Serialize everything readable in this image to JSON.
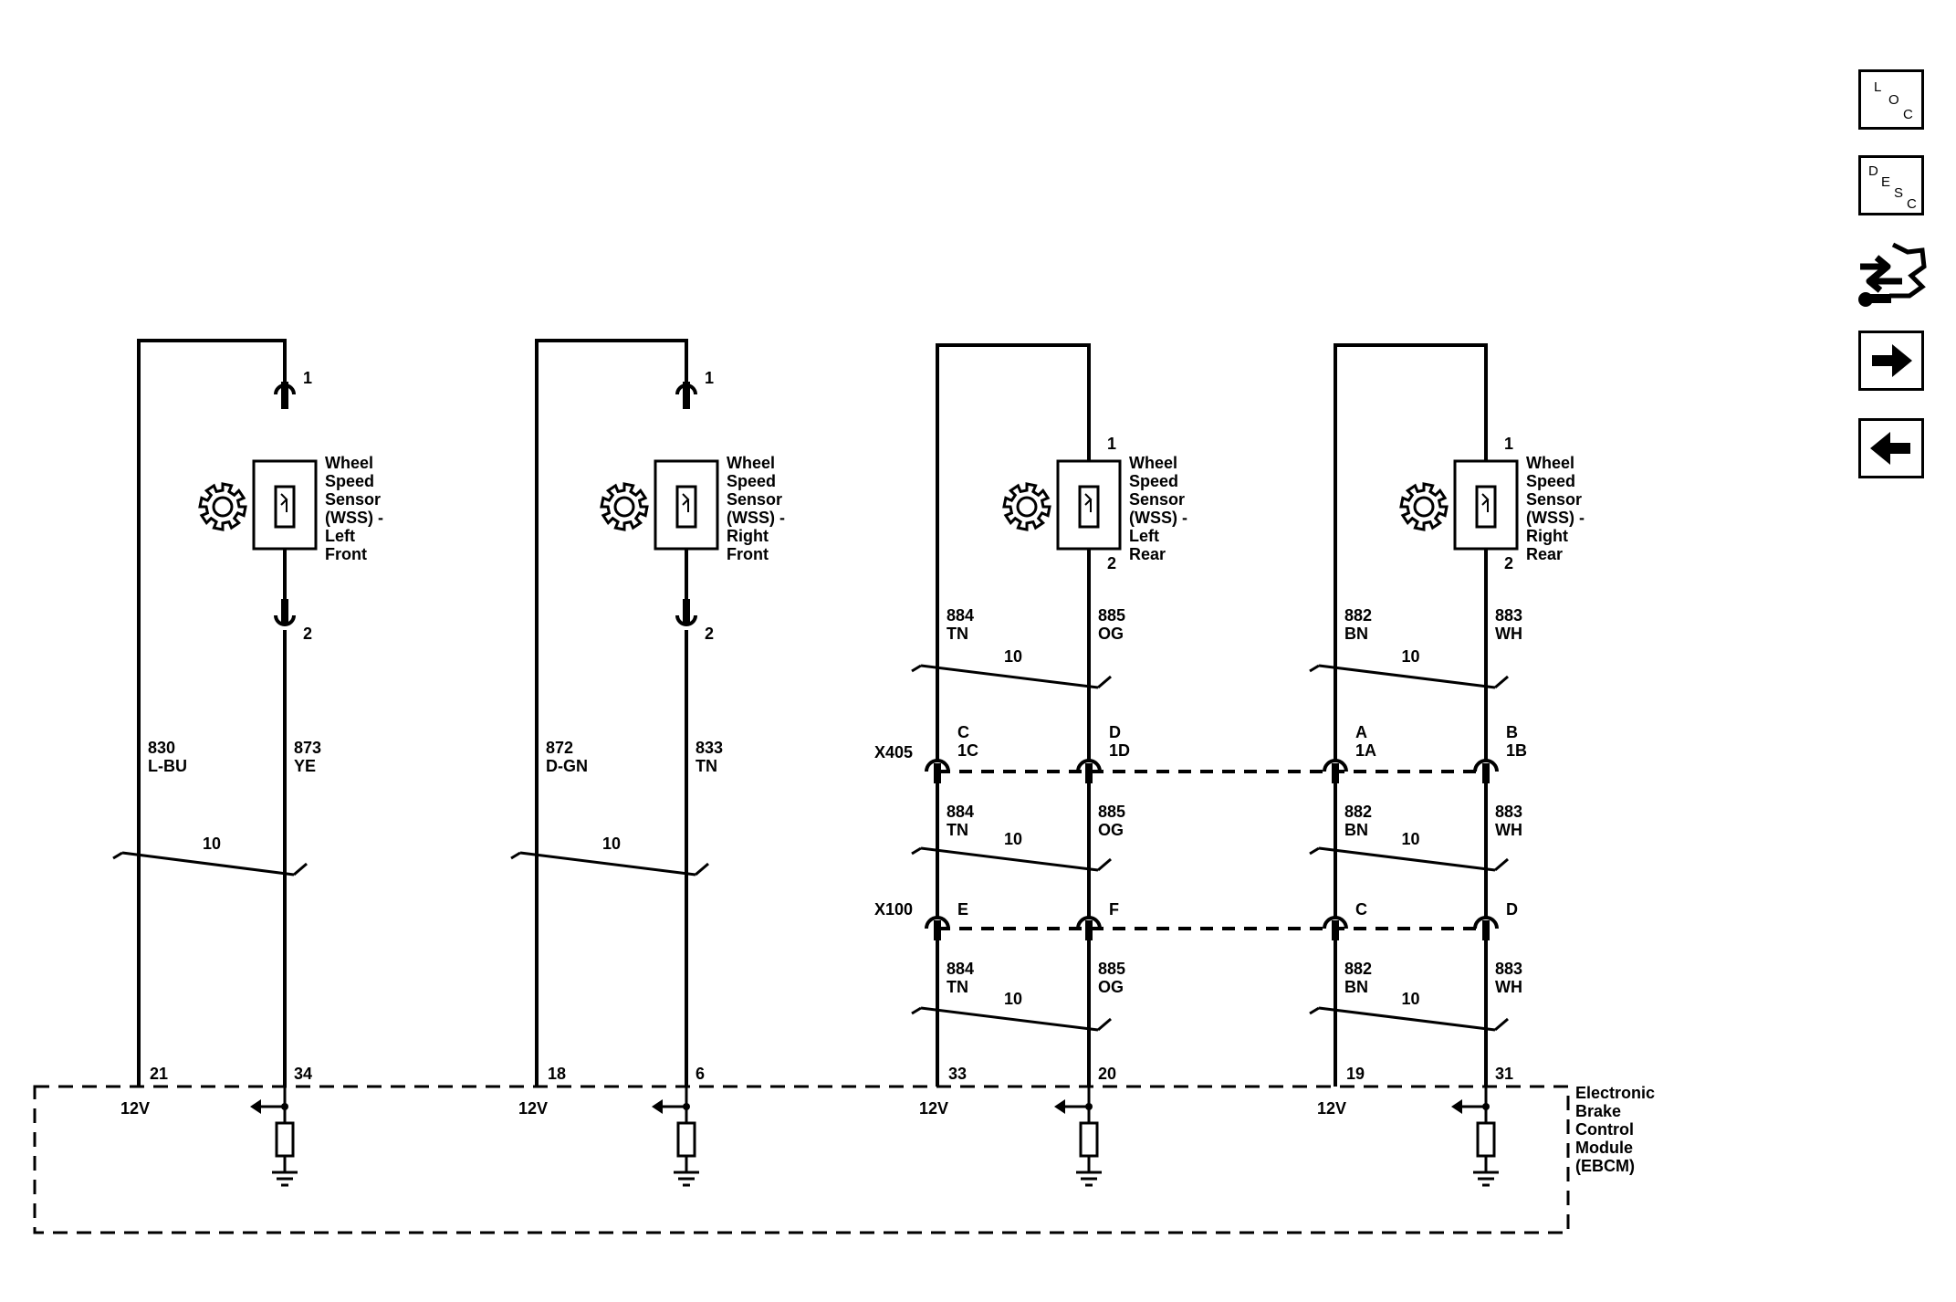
{
  "module": {
    "lines": [
      "Electronic",
      "Brake",
      "Control",
      "Module",
      "(EBCM)"
    ]
  },
  "sensors": [
    {
      "name_lines": [
        "Wheel",
        "Speed",
        "Sensor",
        "(WSS) -",
        "Left",
        "Front"
      ],
      "pin_top": "1",
      "pin_bottom": "2",
      "wire_left": {
        "circuit": "830",
        "color": "L-BU"
      },
      "wire_right": {
        "circuit": "873",
        "color": "YE"
      },
      "bundle": "10",
      "ebcm_pin_left": "21",
      "ebcm_pin_right": "34",
      "supply": "12V"
    },
    {
      "name_lines": [
        "Wheel",
        "Speed",
        "Sensor",
        "(WSS) -",
        "Right",
        "Front"
      ],
      "pin_top": "1",
      "pin_bottom": "2",
      "wire_left": {
        "circuit": "872",
        "color": "D-GN"
      },
      "wire_right": {
        "circuit": "833",
        "color": "TN"
      },
      "bundle": "10",
      "ebcm_pin_left": "18",
      "ebcm_pin_right": "6",
      "supply": "12V"
    },
    {
      "name_lines": [
        "Wheel",
        "Speed",
        "Sensor",
        "(WSS) -",
        "Left",
        "Rear"
      ],
      "pin_top": "1",
      "pin_bottom": "2",
      "wire_left": {
        "circuit": "884",
        "color": "TN"
      },
      "wire_right": {
        "circuit": "885",
        "color": "OG"
      },
      "bundle": "10",
      "ebcm_pin_left": "33",
      "ebcm_pin_right": "20",
      "supply": "12V",
      "x405_left": [
        "C",
        "1C"
      ],
      "x405_right": [
        "D",
        "1D"
      ],
      "x100_left": "E",
      "x100_right": "F"
    },
    {
      "name_lines": [
        "Wheel",
        "Speed",
        "Sensor",
        "(WSS) -",
        "Right",
        "Rear"
      ],
      "pin_top": "1",
      "pin_bottom": "2",
      "wire_left": {
        "circuit": "882",
        "color": "BN"
      },
      "wire_right": {
        "circuit": "883",
        "color": "WH"
      },
      "bundle": "10",
      "ebcm_pin_left": "19",
      "ebcm_pin_right": "31",
      "supply": "12V",
      "x405_left": [
        "A",
        "1A"
      ],
      "x405_right": [
        "B",
        "1B"
      ],
      "x100_left": "C",
      "x100_right": "D"
    }
  ],
  "connectors": {
    "x405": "X405",
    "x100": "X100"
  },
  "nav": {
    "loc": [
      "L",
      "O",
      "C"
    ],
    "desc": [
      "D",
      "E",
      "S",
      "C"
    ],
    "icons": [
      "connector-end-view-icon",
      "next-arrow-icon",
      "previous-arrow-icon"
    ]
  }
}
